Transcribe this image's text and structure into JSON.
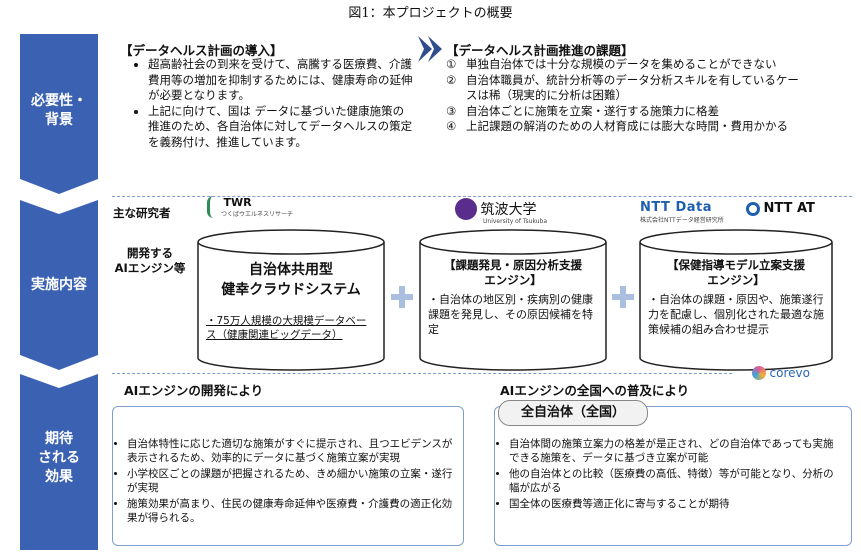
{
  "title": "図1：本プロジェクトの概要",
  "side_labels": {
    "background": [
      "必要性・",
      "背景"
    ],
    "implementation": [
      "実施内容"
    ],
    "effects": [
      "期待",
      "される",
      "効果"
    ]
  },
  "intro": {
    "heading": "【データヘルス計画の導入】",
    "items": [
      "超高齢社会の到来を受けて、高騰する医療費、介護費用等の増加を抑制するためには、健康寿命の延伸が必要となります。",
      "上記に向けて、国は データに基づいた健康施策の推進のため、各自治体に対してデータヘルスの策定を義務付け、推進しています。"
    ]
  },
  "issues": {
    "heading": "【データヘルス計画推進の課題】",
    "items": [
      {
        "num": "①",
        "text": "単独自治体では十分な規模のデータを集めることができない"
      },
      {
        "num": "②",
        "text": "自治体職員が、統計分析等のデータ分析スキルを有しているケースは稀（現実的に分析は困難）"
      },
      {
        "num": "③",
        "text": "自治体ごとに施策を立案・遂行する施策力に格差"
      },
      {
        "num": "④",
        "text": "上記課題の解消のための人材育成には膨大な時間・費用かかる"
      }
    ]
  },
  "labels": {
    "researchers": "主な研究者",
    "dev_engine": [
      "開発する",
      "AIエンジン等"
    ]
  },
  "logos": {
    "twr": "TWR",
    "twr_sub": "つくばウエルネスリサーチ",
    "tsukuba": "筑波大学",
    "tsukuba_sub": "University of Tsukuba",
    "nttdata": "NTT Data",
    "nttdata_sub": "株式会社NTTデータ経営研究所",
    "nttat": "NTT AT",
    "corevo": "corevo"
  },
  "cylinders": [
    {
      "title_lines": [
        "自治体共用型",
        "健幸クラウドシステム"
      ],
      "bullet": "75万人規模の大規模データベース（健康関連ビッグデータ）"
    },
    {
      "title_lines": [
        "【課題発見・原因分析支援",
        "エンジン】"
      ],
      "bullet": "自治体の地区別・疾病別の健康課題を発見し、その原因候補を特定"
    },
    {
      "title_lines": [
        "【保健指導モデル立案支援",
        "エンジン】"
      ],
      "bullet": "自治体の課題・原因や、施策遂行力を配慮し、個別化された最適な施策候補の組み合わせ提示"
    }
  ],
  "effects_left": {
    "heading": "AIエンジンの開発により",
    "items": [
      "自治体特性に応じた適切な施策がすぐに提示され、且つエビデンスが表示されるため、効率的にデータに基づく施策立案が実現",
      "小学校区ごとの課題が把握されるため、きめ細かい施策の立案・遂行が実現",
      "施策効果が高まり、住民の健康寿命延伸や医療費・介護費の適正化効果が得られる。"
    ]
  },
  "effects_right": {
    "heading": "AIエンジンの全国への普及により",
    "subheading": "全自治体（全国）",
    "items": [
      "自治体間の施策立案力の格差が是正され、どの自治体であっても実施できる施策を、データに基づき立案が可能",
      "他の自治体との比較（医療費の高低、特徴）等が可能となり、分析の幅が広がる",
      "国全体の医療費等適正化に寄与することが期待"
    ]
  },
  "colors": {
    "chevron": "#3b62b2",
    "cylinder_stroke": "#222222",
    "plus": "#aabfe0",
    "box_border": "#7f9fcf"
  }
}
